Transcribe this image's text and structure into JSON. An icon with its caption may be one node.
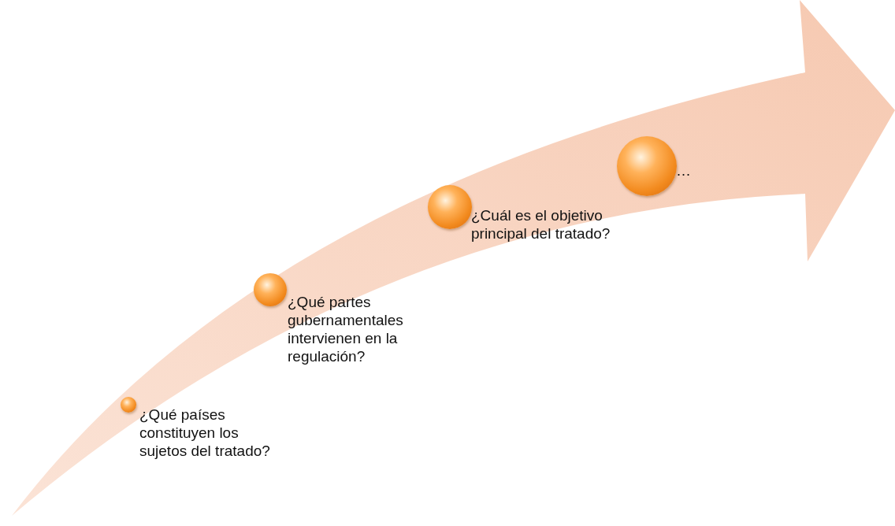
{
  "diagram": {
    "nodes": [
      {
        "text": [
          "¿Qué países constituyen los sujetos del tratado?"
        ]
      },
      {
        "text": [
          "¿Qué partes gubernamentales intervienen en la regulación?"
        ]
      },
      {
        "text": [
          "¿Cuál es el objetivo principal del tratado?"
        ]
      },
      {
        "text": [
          "…"
        ]
      }
    ]
  }
}
